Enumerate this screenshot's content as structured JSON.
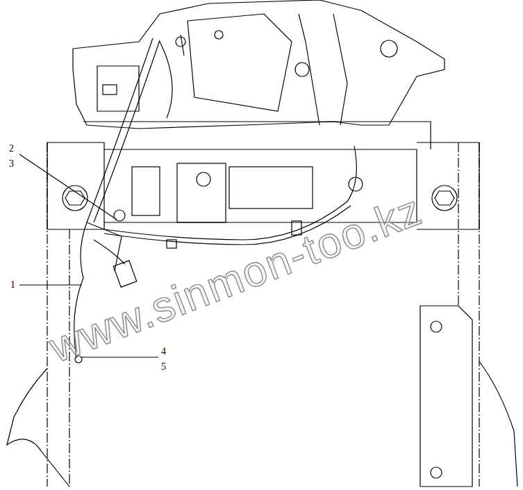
{
  "diagram": {
    "labels": [
      "2",
      "3",
      "1",
      "4",
      "5",
      "www.sinmon-too.kz"
    ]
  }
}
